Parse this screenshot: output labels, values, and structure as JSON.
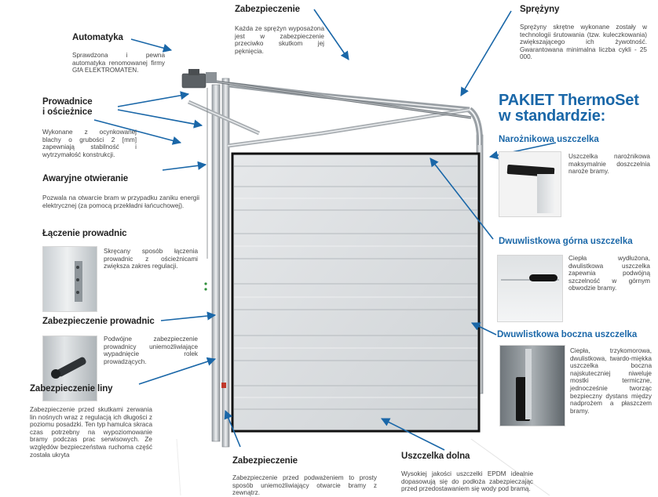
{
  "left": {
    "automatyka": {
      "title": "Automatyka",
      "text": "Sprawdzona i pewna automatyka renomowanej firmy GfA ELEKTROMATEN."
    },
    "prowadnice": {
      "title_line1": "Prowadnice",
      "title_line2": "i ościeżnice",
      "text": "Wykonane z ocynkowanej blachy o grubości 2 [mm] zapewniają stabilność i wytrzymałość konstrukcji."
    },
    "awaryjne": {
      "title": "Awaryjne otwieranie",
      "text": "Pozwala na otwarcie bram w przypadku zaniku energii elektrycznej (za pomocą przekładni łańcuchowej)."
    },
    "laczenie": {
      "title": "Łączenie prowadnic",
      "text": "Skręcany sposób łączenia prowadnic z ościeżnicami zwiększa zakres regulacji."
    },
    "zab_prowadnic": {
      "title": "Zabezpieczenie prowadnic",
      "text": "Podwójne zabezpieczenie prowadnicy uniemożliwiające wypadnięcie rolek prowadzących."
    },
    "zab_liny": {
      "title": "Zabezpieczenie liny",
      "text": "Zabezpieczenie przed skutkami zerwania lin nośnych wraz z regulacją ich długości z poziomu posadzki. Ten typ hamulca skraca czas potrzebny na wypoziomowanie bramy podczas prac serwisowych. Ze względów bezpieczeństwa ruchoma część została ukryta"
    }
  },
  "top": {
    "zabezpieczenie": {
      "title": "Zabezpieczenie",
      "text": "Każda ze sprężyn wyposażona jest w zabezpieczenie przeciwko skutkom jej pęknięcia."
    },
    "sprezyny": {
      "title": "Sprężyny",
      "text": "Sprężyny skrętne wykonane zostały w technologii śrutowania (tzw. kuleczkowania) zwiększającego ich żywotność. Gwarantowana minimalna liczba cykli - 25 000."
    }
  },
  "right": {
    "pakiet_line1": "PAKIET ThermoSet",
    "pakiet_line2": "w standardzie:",
    "naroznikowa": {
      "title": "Narożnikowa uszczelka",
      "text": "Uszczelka narożnikowa maksymalnie doszczelnia naroże bramy."
    },
    "gorna": {
      "title": "Dwuwlistkowa górna uszczelka",
      "text": "Ciepła wydłużona, dwulistkowa uszczelka zapewnia podwójną szczelność w górnym obwodzie bramy."
    },
    "boczna": {
      "title": "Dwuwlistkowa boczna uszczelka",
      "text": "Ciepła, trzykomorowa, dwulistkowa, twardo-miękka uszczelka boczna najskuteczniej niweluje mostki termiczne, jednocześnie tworząc bezpieczny dystans między nadprożem a płaszczem bramy."
    }
  },
  "bottom": {
    "zabezpieczenie": {
      "title": "Zabezpieczenie",
      "text": "Zabezpieczenie przed podważeniem to prosty sposób uniemożliwiający otwarcie bramy z zewnątrz."
    },
    "uszczelka_dolna": {
      "title": "Uszczelka dolna",
      "text": "Wysokiej jakości uszczelki EPDM idealnie dopasowują się do podłoża zabezpieczając przed przedostawaniem się wody pod bramą."
    }
  },
  "colors": {
    "accent": "#1a67a8",
    "door": "#d7dadc",
    "frame": "#111111"
  }
}
